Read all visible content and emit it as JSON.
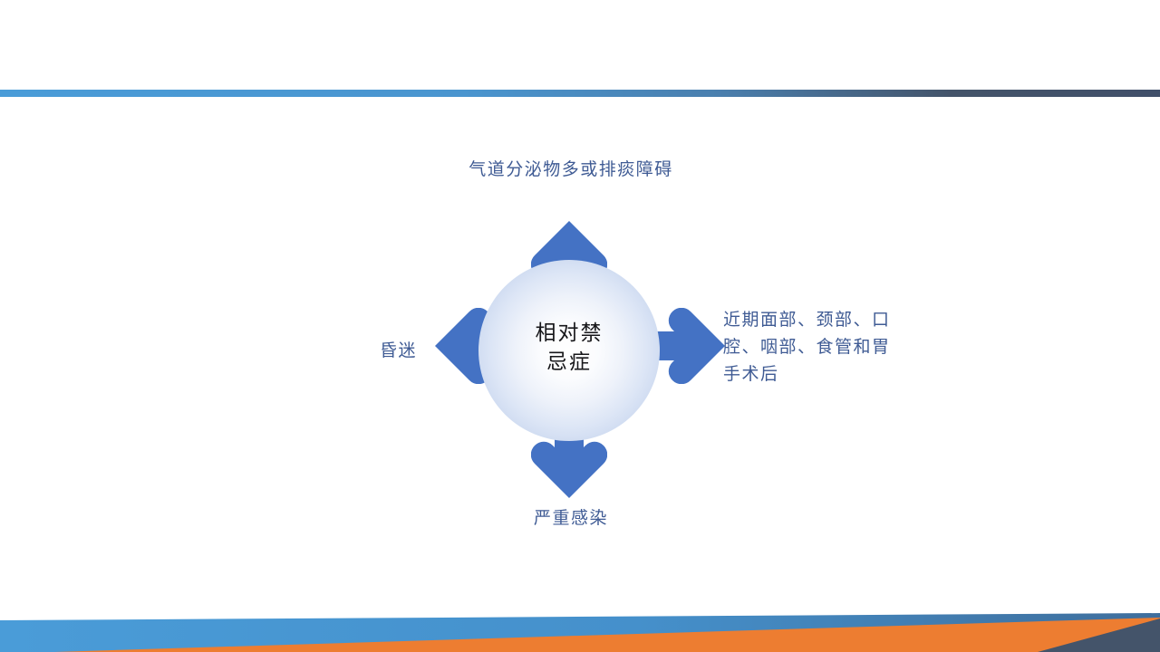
{
  "slide": {
    "background_color": "#ffffff",
    "accent_blue": "#4472c4",
    "label_color": "#3f5b94",
    "orange": "#ed7d31",
    "dark_slate": "#44546a",
    "rule_blue": "#4a9cd8"
  },
  "diagram": {
    "type": "four-way-arrow-radial",
    "center": {
      "text": "相对禁\n忌症",
      "line1": "相对禁",
      "line2": "忌症"
    },
    "nodes": [
      {
        "direction": "up",
        "arrow_name": "arrow-up",
        "label": "气道分泌物多或排痰障碍"
      },
      {
        "direction": "right",
        "arrow_name": "arrow-right",
        "label": "近期面部、颈部、口\n腔、咽部、食管和胃\n手术后"
      },
      {
        "direction": "down",
        "arrow_name": "arrow-down",
        "label": "严重感染"
      },
      {
        "direction": "left",
        "arrow_name": "arrow-left",
        "label": "昏迷"
      }
    ]
  }
}
